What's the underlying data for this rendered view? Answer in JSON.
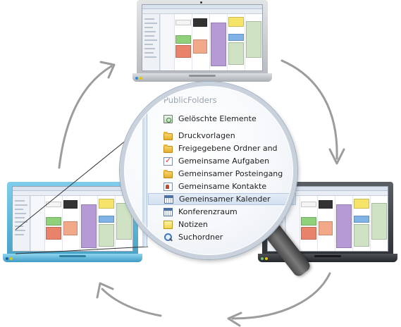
{
  "magnifier": {
    "header": "PublicFolders",
    "items": [
      {
        "label": "Gelöschte Elemente",
        "icon": "recycle-bin-icon",
        "selected": false
      },
      {
        "label": "Druckvorlagen",
        "icon": "folder-icon",
        "selected": false
      },
      {
        "label": "Freigegebene Ordner and",
        "icon": "folder-icon",
        "selected": false
      },
      {
        "label": "Gemeinsame Aufgaben",
        "icon": "tasks-icon",
        "selected": false
      },
      {
        "label": "Gemeinsamer Posteingang",
        "icon": "folder-icon",
        "selected": false
      },
      {
        "label": "Gemeinsame Kontakte",
        "icon": "contacts-icon",
        "selected": false
      },
      {
        "label": "Gemeinsamer Kalender",
        "icon": "calendar-icon",
        "selected": true
      },
      {
        "label": "Konferenzraum",
        "icon": "calendar-icon",
        "selected": false
      },
      {
        "label": "Notizen",
        "icon": "notes-icon",
        "selected": false
      },
      {
        "label": "Suchordner",
        "icon": "search-folder-icon",
        "selected": false
      }
    ]
  },
  "laptops": [
    {
      "name": "top",
      "color": "#c7c9cc"
    },
    {
      "name": "left",
      "color": "#5fb6d8"
    },
    {
      "name": "right",
      "color": "#3f4348"
    }
  ],
  "colors": {
    "arrow": "#9a9a9a",
    "selection": "#d3e0f0",
    "folder": "#f0c44c"
  }
}
